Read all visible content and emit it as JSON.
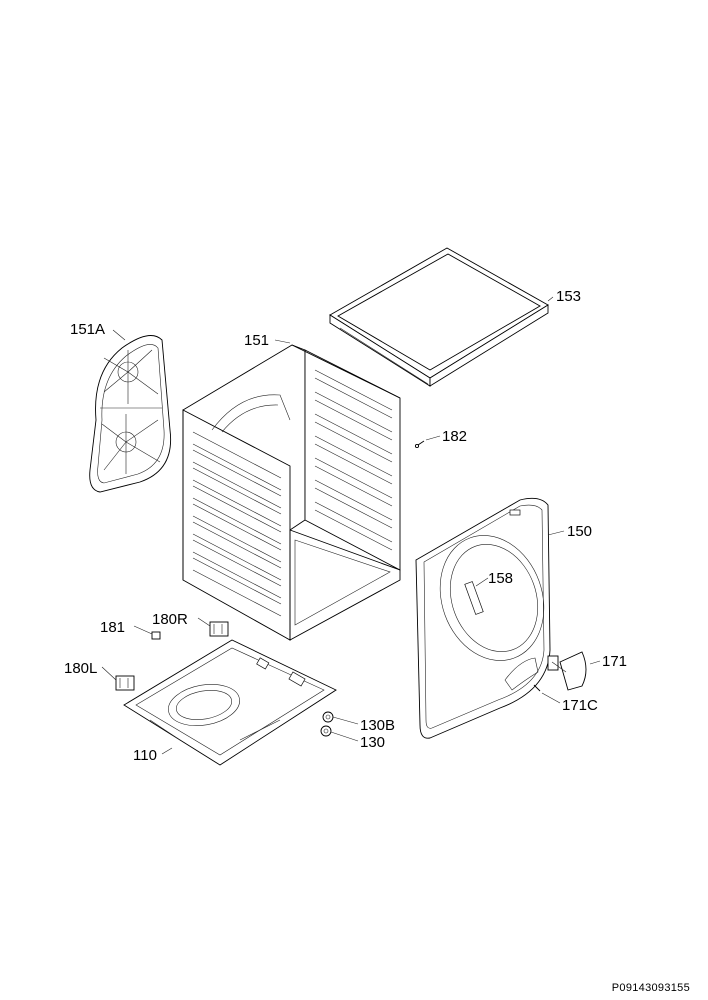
{
  "labels": {
    "p151A": "151A",
    "p151": "151",
    "p153": "153",
    "p182": "182",
    "p150": "150",
    "p158": "158",
    "p171": "171",
    "p171C": "171C",
    "p181": "181",
    "p180R": "180R",
    "p180L": "180L",
    "p130B": "130B",
    "p130": "130",
    "p110": "110"
  },
  "document_id": "P09143093155"
}
